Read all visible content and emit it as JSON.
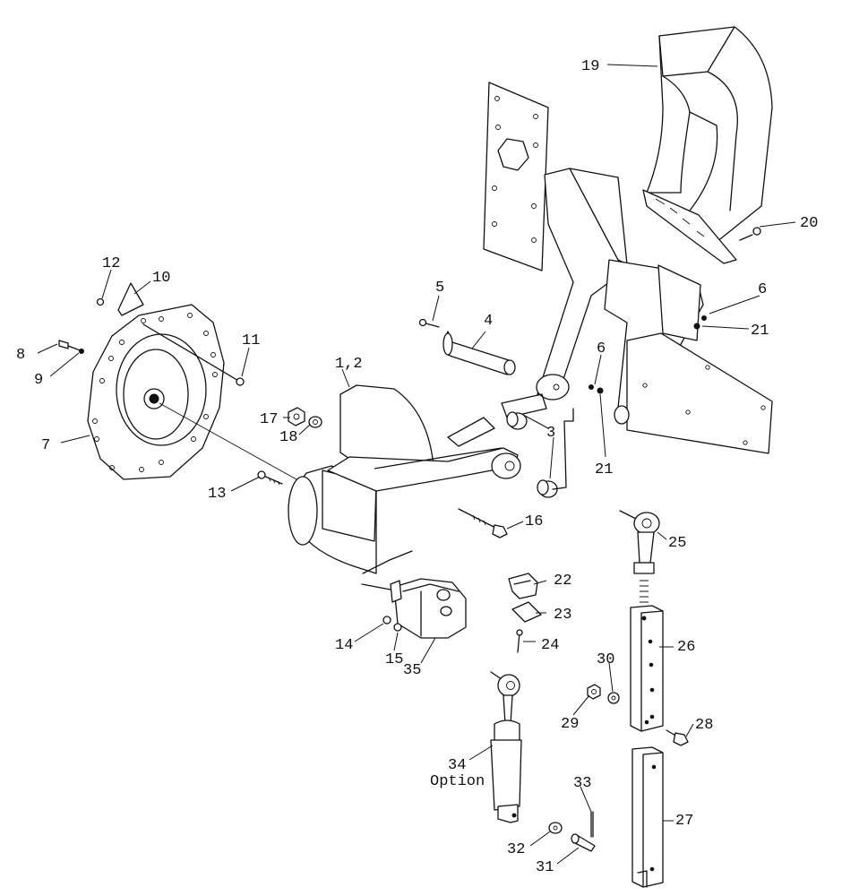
{
  "callouts": {
    "c19": "19",
    "c20": "20",
    "c5": "5",
    "c4": "4",
    "c6a": "6",
    "c6b": "6",
    "c21a": "21",
    "c21b": "21",
    "c12": "12",
    "c10": "10",
    "c11": "11",
    "c8": "8",
    "c9": "9",
    "c7": "7",
    "c1_2": "1,2",
    "c17": "17",
    "c18": "18",
    "c3": "3",
    "c13": "13",
    "c16": "16",
    "c25": "25",
    "c22": "22",
    "c23": "23",
    "c24": "24",
    "c14": "14",
    "c15": "15",
    "c35": "35",
    "c26": "26",
    "c30": "30",
    "c29": "29",
    "c28": "28",
    "c34": "34",
    "c34_note": "Option",
    "c33": "33",
    "c27": "27",
    "c32": "32",
    "c31": "31"
  }
}
